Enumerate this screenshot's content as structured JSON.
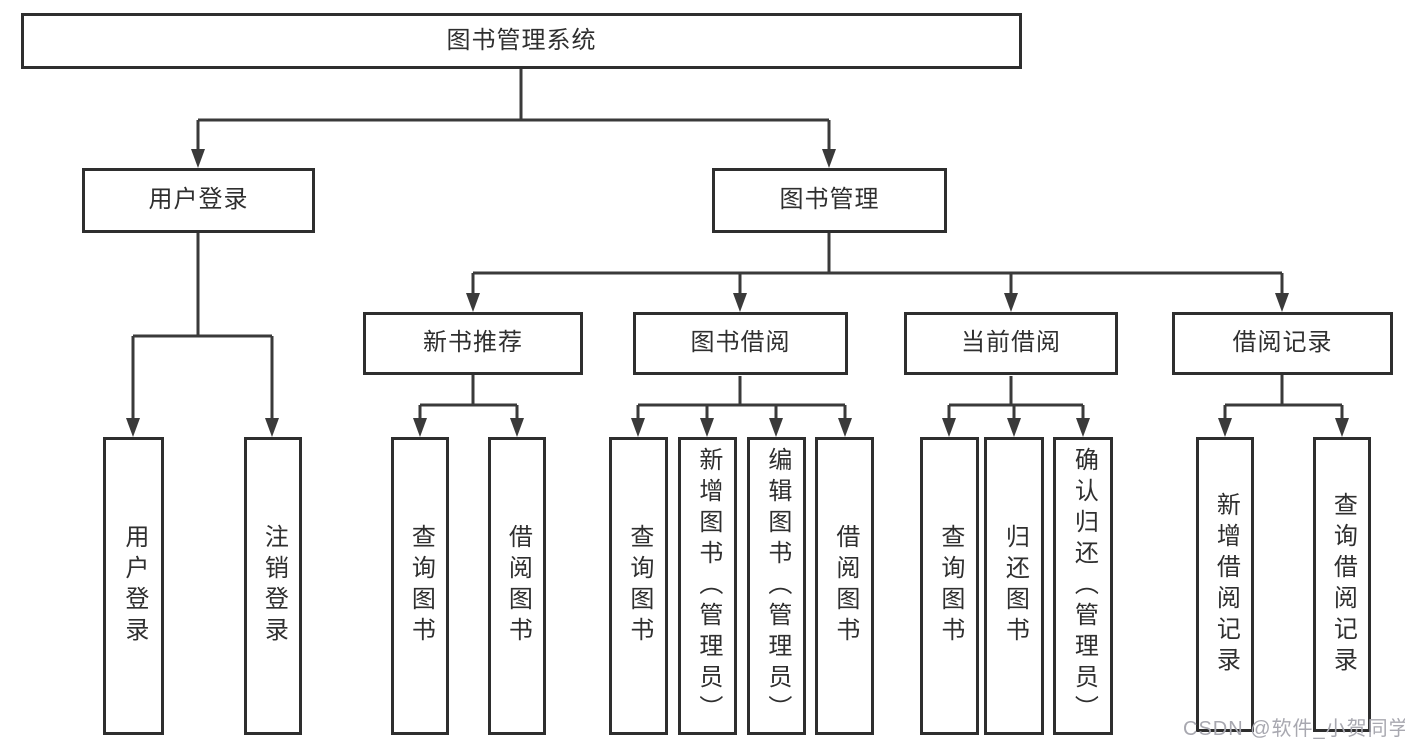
{
  "diagram_title": "图书管理系统",
  "tree": {
    "label": "图书管理系统",
    "children": [
      {
        "label": "用户登录",
        "children": [
          {
            "label": "用户登录"
          },
          {
            "label": "注销登录"
          }
        ]
      },
      {
        "label": "图书管理",
        "children": [
          {
            "label": "新书推荐",
            "children": [
              {
                "label": "查询图书"
              },
              {
                "label": "借阅图书"
              }
            ]
          },
          {
            "label": "图书借阅",
            "children": [
              {
                "label": "查询图书"
              },
              {
                "label": "新增图书（管理员）"
              },
              {
                "label": "编辑图书（管理员）"
              },
              {
                "label": "借阅图书"
              }
            ]
          },
          {
            "label": "当前借阅",
            "children": [
              {
                "label": "查询图书"
              },
              {
                "label": "归还图书"
              },
              {
                "label": "确认归还（管理员）"
              }
            ]
          },
          {
            "label": "借阅记录",
            "children": [
              {
                "label": "新增借阅记录"
              },
              {
                "label": "查询借阅记录"
              }
            ]
          }
        ]
      }
    ]
  },
  "watermark": "CSDN @软件_小贺同学",
  "colors": {
    "line": "#3a3a3a",
    "box_border": "#2e2e2e",
    "text": "#2f2f2f",
    "watermark": "#a8a8b0",
    "background": "#ffffff"
  }
}
